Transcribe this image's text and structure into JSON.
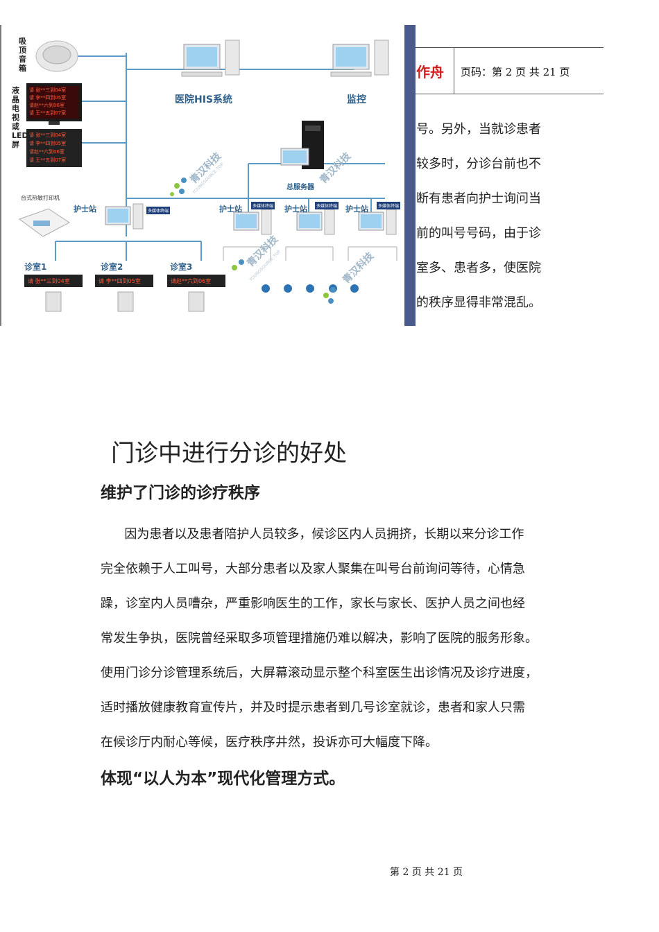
{
  "diagram": {
    "speaker_label": "吸顶音箱",
    "tv_label": "液晶电视或LED屏",
    "printer_label": "台式热敏打印机",
    "his_label": "医院HIS系统",
    "monitor_label": "监控",
    "server_label": "总服务器",
    "nurse_station_label": "护士站",
    "terminal_badge": "多媒体终端",
    "clinic_rooms": [
      "诊室1",
      "诊室2",
      "诊室3"
    ],
    "led_lines": [
      "请 张**三到04室",
      "请 李**四到05室",
      "请赵**六到06室",
      "请 王**五到07室"
    ],
    "room_led_lines": [
      "请 张**三到04室",
      "请 李**四到05室",
      "请赵**六到06室"
    ],
    "watermark": "青汉科技",
    "watermark_url": "YOUNGSOURCE.TOP"
  },
  "header": {
    "name": "作舟",
    "page": "页码：第 2 页  共 21 页"
  },
  "side_text": [
    "号。另外，当就诊患者",
    "较多时，分诊台前也不",
    "断有患者向护士询问当",
    "前的叫号号码，由于诊",
    "室多、患者多，使医院",
    "的秩序显得非常混乱。"
  ],
  "section_title": "门诊中进行分诊的好处",
  "subheading_1": "维护了门诊的诊疗秩序",
  "body": [
    "      因为患者以及患者陪护人员较多，候诊区内人员拥挤，长期以来分诊工作",
    "完全依赖于人工叫号，大部分患者以及家人聚集在叫号台前询问等待，心情急",
    "躁，诊室内人员嘈杂，严重影响医生的工作，家长与家长、医护人员之间也经",
    "常发生争执，医院曾经采取多项管理措施仍难以解决，影响了医院的服务形象。",
    "使用门诊分诊管理系统后，大屏幕滚动显示整个科室医生出诊情况及诊疗进度，",
    "适时播放健康教育宣传片，并及时提示患者到几号诊室就诊，患者和家人只需",
    "在候诊厅内耐心等候，医疗秩序井然，投诉亦可大幅度下降。"
  ],
  "subheading_2": "体现“以人为本”现代化管理方式。",
  "footer": "第 2 页 共 21 页"
}
